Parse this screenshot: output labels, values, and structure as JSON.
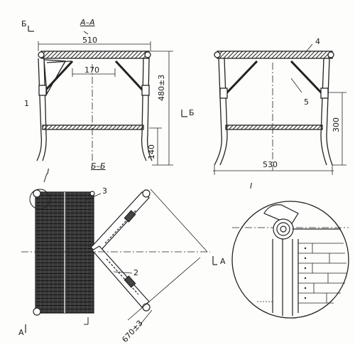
{
  "section_marks": {
    "b_left": "Б",
    "b_right": "Б",
    "a_bottom": "А",
    "a_right": "А"
  },
  "views": {
    "section_a": "А–А",
    "section_b": "Б–Б",
    "detail_callout": "I",
    "detail_title": "I"
  },
  "dimensions": {
    "top_width": "510",
    "inner_span": "170",
    "height": "480±3",
    "leg_height": "140",
    "side_height": "300",
    "side_width": "530",
    "diagonal": "670±3"
  },
  "callouts": {
    "c1": "1",
    "c2": "2",
    "c3": "3",
    "c4": "4",
    "c5": "5"
  }
}
